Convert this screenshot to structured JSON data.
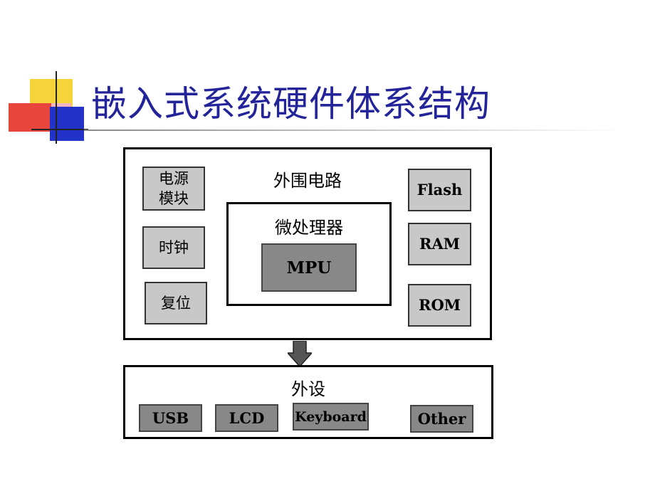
{
  "title": "嵌入式系统硬件体系结构",
  "diagram": {
    "peripheral_circuit": {
      "label": "外围电路",
      "left_modules": [
        "电源\n模块",
        "时钟",
        "复位"
      ],
      "right_modules": [
        "Flash",
        "RAM",
        "ROM"
      ],
      "microprocessor": {
        "label": "微处理器",
        "core": "MPU"
      }
    },
    "peripherals": {
      "label": "外设",
      "devices": [
        "USB",
        "LCD",
        "Keyboard",
        "Other"
      ]
    }
  },
  "colors": {
    "title": "#23239a",
    "module_fill": "#c8c8c8",
    "device_fill": "#888888",
    "arrow_fill": "#555555"
  }
}
